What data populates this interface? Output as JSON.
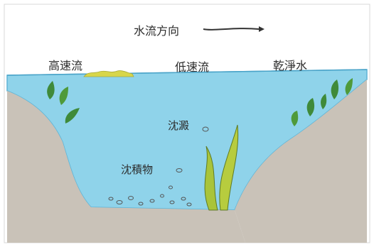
{
  "direction": {
    "label": "水流方向"
  },
  "surface_labels": {
    "fast": "高速流",
    "slow": "低速流",
    "clean": "乾淨水"
  },
  "underwater_labels": {
    "settle": "沈澱",
    "sediment": "沈積物"
  },
  "colors": {
    "water": "#8fd3ea",
    "water_edge": "#5fb4d6",
    "sand": "#c9c2b8",
    "plant_dark": "#3f8a3a",
    "plant_light": "#a9c43a",
    "foam": "#d8d64a"
  }
}
